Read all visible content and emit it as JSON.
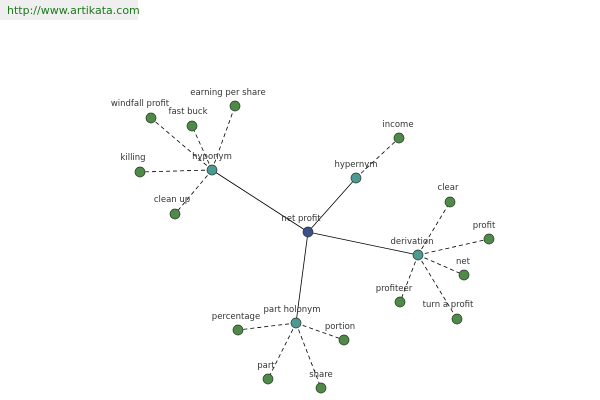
{
  "credit": {
    "text": "http://www.artikata.com",
    "color": "#1d7a1d"
  },
  "colors": {
    "center_node": "#3a4f8c",
    "relation_node": "#4d9a95",
    "leaf_node": "#4f8a48",
    "node_stroke": "#2b3b2b",
    "edge": "#000000",
    "dashed_edge": "#000000",
    "label": "#333333"
  },
  "graph": {
    "center": {
      "label": "net profit"
    },
    "relations": [
      {
        "id": "hyponym",
        "label": "hyponym",
        "terms": [
          "windfall profit",
          "fast buck",
          "earning per share",
          "killing",
          "clean up"
        ]
      },
      {
        "id": "hypernym",
        "label": "hypernym",
        "terms": [
          "income"
        ]
      },
      {
        "id": "derivation",
        "label": "derivation",
        "terms": [
          "clear",
          "profit",
          "net",
          "profiteer",
          "turn a profit"
        ]
      },
      {
        "id": "part-holonym",
        "label": "part holonym",
        "terms": [
          "percentage",
          "portion",
          "part",
          "share"
        ]
      }
    ]
  }
}
